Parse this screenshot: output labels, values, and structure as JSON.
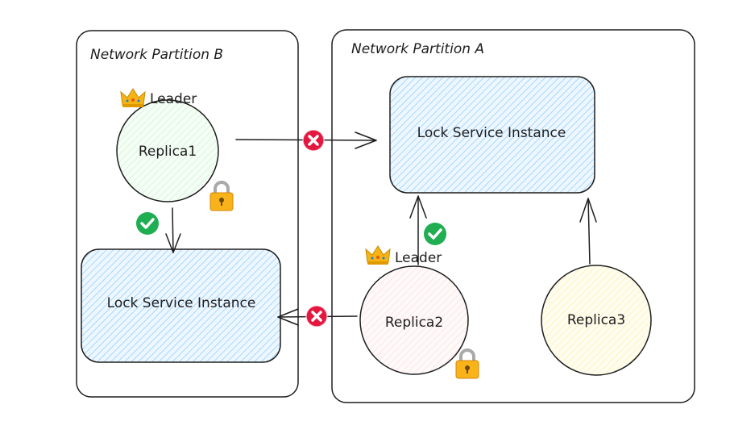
{
  "partitions": {
    "b": {
      "title": "Network Partition B"
    },
    "a": {
      "title": "Network Partition A"
    }
  },
  "lock_services": {
    "a": {
      "label": "Lock Service Instance"
    },
    "b": {
      "label": "Lock Service Instance"
    }
  },
  "replicas": {
    "r1": {
      "label": "Replica1",
      "badge": "Leader",
      "has_lock": true,
      "color": "#ebfbee"
    },
    "r2": {
      "label": "Replica2",
      "badge": "Leader",
      "has_lock": true,
      "color": "#fff5f5"
    },
    "r3": {
      "label": "Replica3",
      "color": "#fff9db"
    }
  },
  "connections": [
    {
      "from": "Replica1",
      "to": "Lock Service Instance (A)",
      "status": "blocked"
    },
    {
      "from": "Replica1",
      "to": "Lock Service Instance (B)",
      "status": "ok"
    },
    {
      "from": "Replica2",
      "to": "Lock Service Instance (A)",
      "status": "ok"
    },
    {
      "from": "Replica2",
      "to": "Lock Service Instance (B)",
      "status": "blocked"
    },
    {
      "from": "Replica3",
      "to": "Lock Service Instance (A)",
      "status": "plain"
    }
  ],
  "icons": {
    "crown": "crown-icon",
    "lock": "padlock-icon",
    "ok": "check-circle-icon",
    "blocked": "x-circle-icon"
  },
  "colors": {
    "stroke": "#1e1e1e",
    "lock_service_fill": "#a5d8ff",
    "ok_green": "#2f9e44",
    "blocked_red": "#e03131",
    "crown_gold": "#f2b50c",
    "padlock_gold": "#f5a70b"
  }
}
